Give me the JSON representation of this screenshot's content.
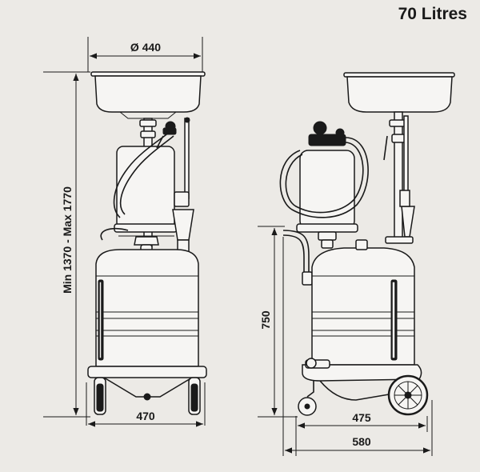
{
  "title": "70 Litres",
  "dimensions": {
    "bowl_diameter": "Ø 440",
    "height_range": "Min 1370 - Max 1770",
    "base_width_front": "470",
    "body_height": "750",
    "base_depth": "475",
    "overall_depth": "580"
  },
  "icons": [
    "arrow-icon",
    "wheel-icon",
    "pump-gun-icon"
  ]
}
